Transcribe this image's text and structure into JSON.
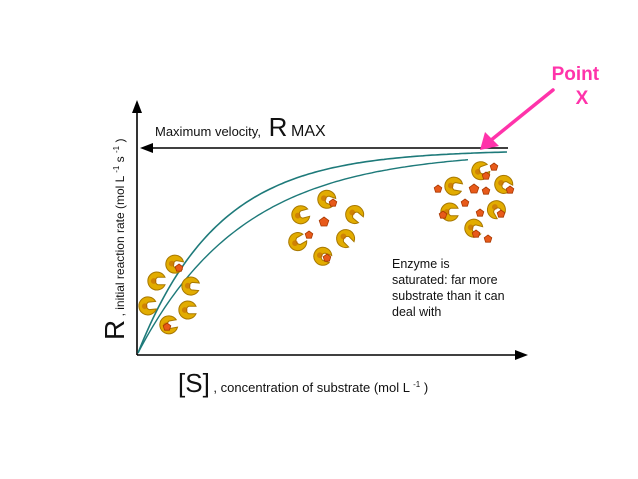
{
  "point_label": {
    "line1": "Point",
    "line2": "X",
    "color": "#ff33aa"
  },
  "max_velocity": {
    "prefix": "Maximum velocity,",
    "symbol": "R",
    "subscript": "MAX"
  },
  "y_axis": {
    "symbol": "R",
    "text": ", initial reaction rate (mol L",
    "exp1": "-1",
    "mid": " s",
    "exp2": "-1",
    "end": ")"
  },
  "x_axis": {
    "symbol": "[S]",
    "text": ", concentration of substrate (mol L",
    "exp": "-1",
    "end": ")"
  },
  "note": {
    "line1": "Enzyme is",
    "line2": "saturated: far more",
    "line3": "substrate than it can",
    "line4": "deal with"
  },
  "colors": {
    "curve": "#1e7a7a",
    "axis": "#000000",
    "enzyme": "#e2ac00",
    "enzyme_outline": "#a87800",
    "enzyme_inner": "#c0600a",
    "substrate": "#e85a1a",
    "substrate_outline": "#a83800"
  },
  "icons": [
    "enzyme-icon",
    "substrate-icon"
  ]
}
